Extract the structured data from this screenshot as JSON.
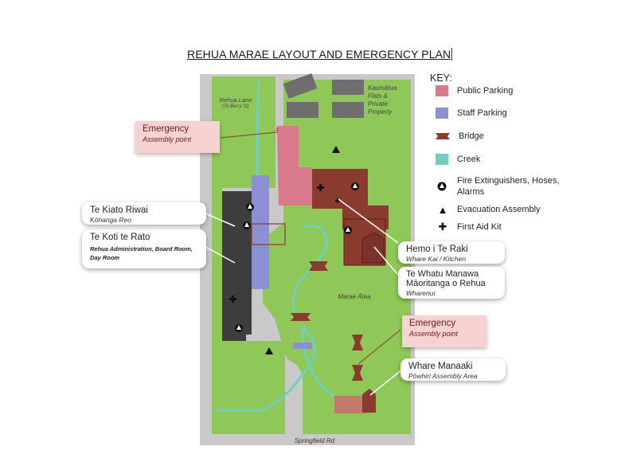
{
  "title": "REHUA MARAE LAYOUT AND EMERGENCY PLAN",
  "key": {
    "heading": "KEY:",
    "items": [
      {
        "label": "Public Parking",
        "type": "swatch",
        "color": "#d97a8c"
      },
      {
        "label": "Staff Parking",
        "type": "swatch",
        "color": "#8d8fd4"
      },
      {
        "label": "Bridge",
        "type": "bridge",
        "color": "#8a3a2f"
      },
      {
        "label": "Creek",
        "type": "swatch",
        "color": "#6fcfc0"
      },
      {
        "label": "Fire Extinguishers, Hoses, Alarms",
        "type": "fire-icon"
      },
      {
        "label": "Evacuation Assembly",
        "type": "triangle-icon",
        "symbol": "▲"
      },
      {
        "label": "First Aid Kit",
        "type": "cross-icon",
        "symbol": "✚"
      }
    ]
  },
  "map_labels": {
    "rehua_lane": "Rehua Lane",
    "rehua_lane_sub": "(To Berry St)",
    "kaumatua": "Kaumātua Flats & Private Property",
    "marae_atea": "Marae Ātea",
    "springfield": "Springfield Rd"
  },
  "callouts": {
    "kiato": {
      "title": "Te Kiato Riwai",
      "sub": "Kōhanga Reo"
    },
    "koti": {
      "title": "Te Koti te Rato",
      "sub": "Rehua Administration, Board Room, Day Room"
    },
    "hemo": {
      "title": "Hemo i Te Raki",
      "sub": "Whare Kai / Kitchen"
    },
    "whatu": {
      "title": "Te Whatu Manawa Māoritanga o Rehua",
      "sub": "Wharenui"
    },
    "manaaki": {
      "title": "Whare Manaaki",
      "sub": "Pōwhiri Assembly Area"
    }
  },
  "emergency": {
    "left": {
      "title": "Emergency",
      "sub": "Assembly point"
    },
    "right": {
      "title": "Emergency",
      "sub": "Assembly point"
    }
  },
  "colors": {
    "grass": "#8fc758",
    "path": "#c9c9c9",
    "building": "#8a3a2f",
    "dark_building": "#3d3d3d",
    "roof": "#6e6e6e",
    "public_parking": "#d97a8c",
    "staff_parking": "#8d8fd4",
    "creek": "#6fcfc0"
  }
}
